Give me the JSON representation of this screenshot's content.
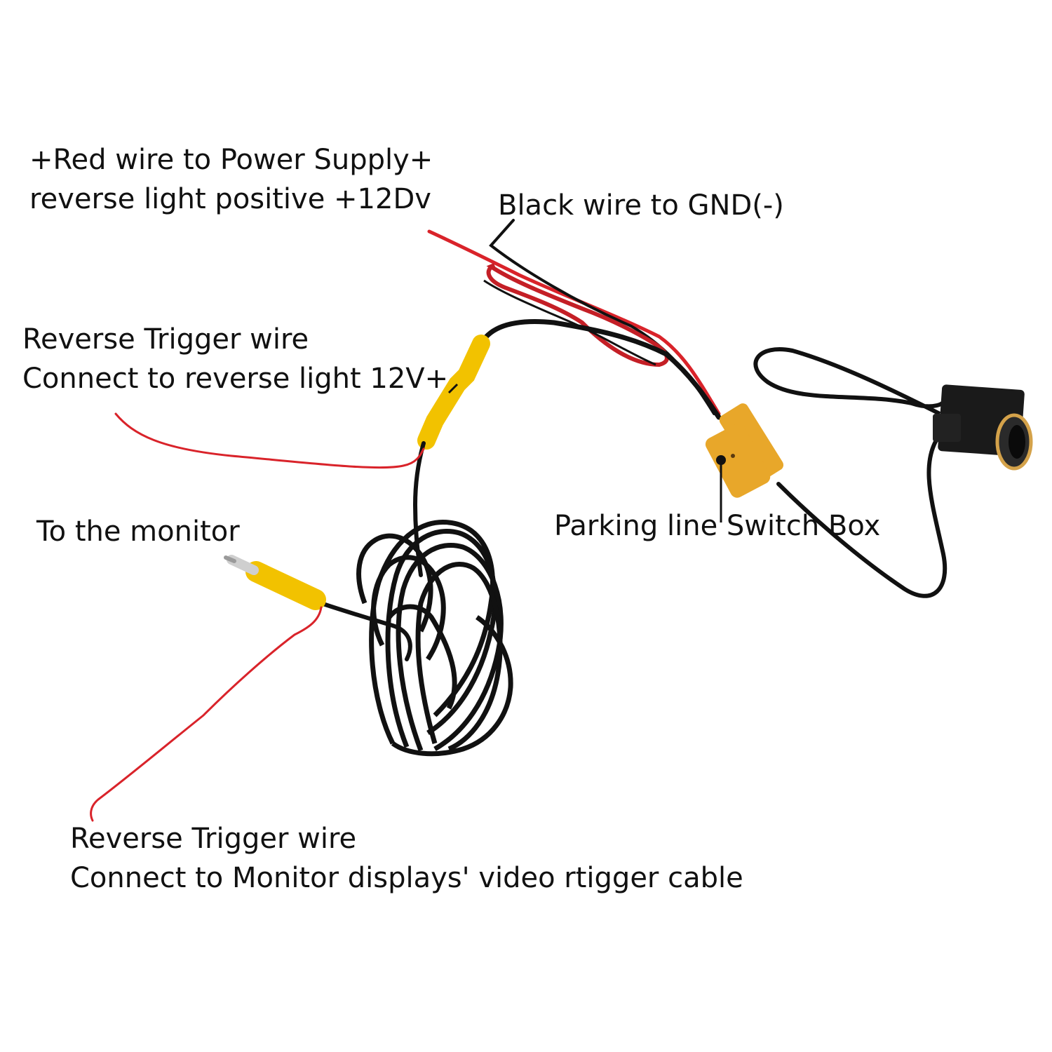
{
  "labels": {
    "power_line1": "+Red wire to Power Supply+",
    "power_line2": "reverse light positive +12Dv",
    "ground": "Black wire to GND(-)",
    "trigger_top_line1": "Reverse Trigger wire",
    "trigger_top_line2": "Connect to reverse light 12V+",
    "monitor": "To the monitor",
    "switch_box": "Parking line Switch Box",
    "trigger_bottom_line1": "Reverse Trigger wire",
    "trigger_bottom_line2": "Connect to Monitor displays' video rtigger cable"
  },
  "colors": {
    "background": "#ffffff",
    "text": "#111111",
    "cable_black": "#111111",
    "wire_red": "#d9232a",
    "connector_yellow": "#f2c200",
    "switch_box": "#e8a72a",
    "camera_body": "#1a1a1a",
    "lens_ring": "#d4a24a"
  }
}
